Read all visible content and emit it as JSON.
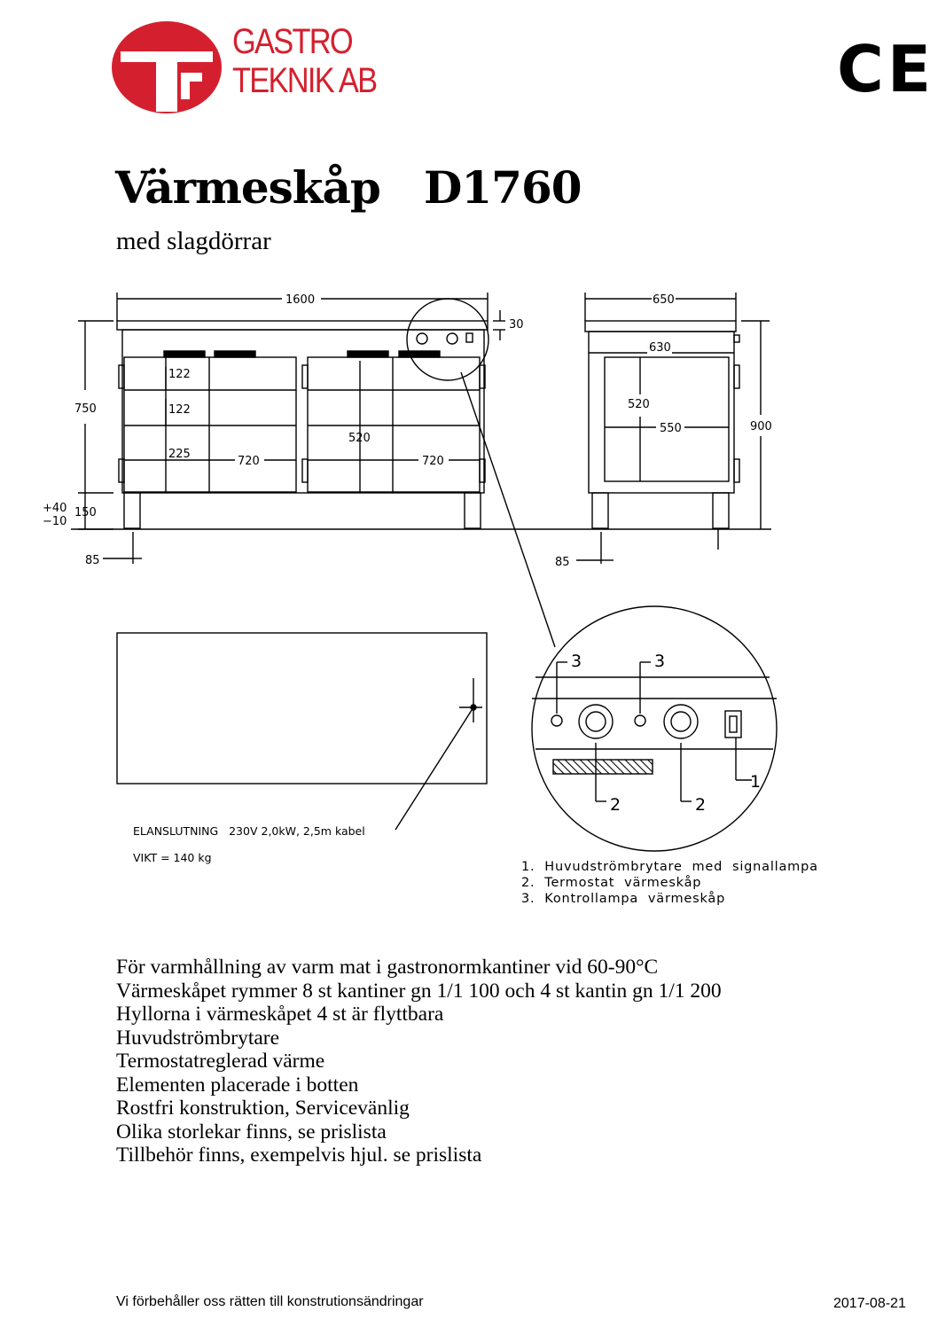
{
  "header": {
    "brand_line1": "GASTRO",
    "brand_line2": "TEKNIK AB",
    "brand_color": "#d4202e",
    "ce_mark": "CE"
  },
  "product": {
    "title": "Värmeskåp   D1760",
    "subtitle": "med slagdörrar"
  },
  "drawing": {
    "front_width": "1600",
    "top_thickness": "30",
    "total_height_front": "750",
    "shelf_1": "122",
    "shelf_2": "122",
    "shelf_3": "225",
    "inner_width_left": "720",
    "inner_width_right": "720",
    "inner_height": "520",
    "leg_plus": "+40",
    "leg_minus": "−10",
    "leg_height": "150",
    "leg_offset_front": "85",
    "side_depth": "650",
    "side_inner_depth": "630",
    "side_inner_height": "520",
    "side_inner_width": "550",
    "total_height_side": "900",
    "leg_offset_side": "85",
    "callout_3a": "3",
    "callout_3b": "3",
    "callout_2a": "2",
    "callout_2b": "2",
    "callout_1": "1"
  },
  "specs": {
    "electrical": "ELANSLUTNING   230V 2,0kW, 2,5m kabel",
    "weight": "VIKT = 140 kg"
  },
  "legend": [
    "1.  Huvudströmbrytare  med  signallampa",
    "2.  Termostat  värmeskåp",
    "3.  Kontrollampa  värmeskåp"
  ],
  "features": [
    "För varmhållning av varm mat i gastronormkantiner vid 60-90°C",
    "Värmeskåpet rymmer 8 st kantiner gn 1/1 100 och 4 st kantin gn 1/1 200",
    "Hyllorna i värmeskåpet 4 st är flyttbara",
    "Huvudströmbrytare",
    "Termostatreglerad värme",
    "Elementen placerade i botten",
    "Rostfri konstruktion, Servicevänlig",
    "Olika storlekar finns, se prislista",
    "Tillbehör finns, exempelvis hjul. se prislista"
  ],
  "footer": {
    "disclaimer": "Vi förbehåller oss rätten till konstrutionsändringar",
    "date": "2017-08-21"
  }
}
